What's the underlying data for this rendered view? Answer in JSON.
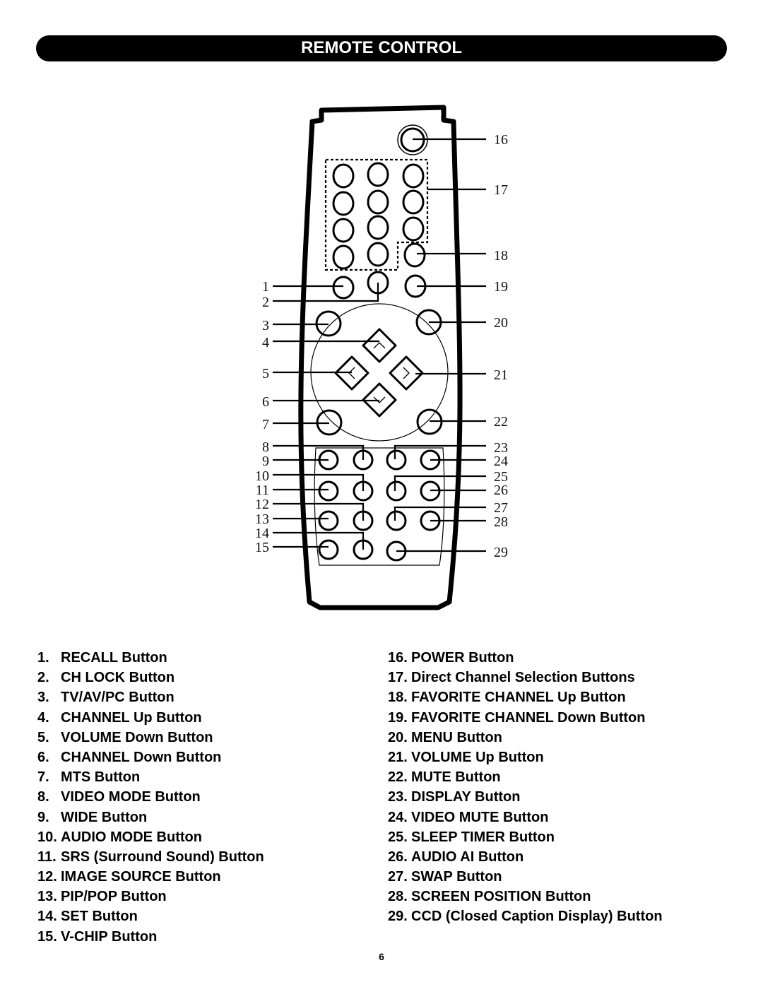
{
  "header": {
    "title": "REMOTE CONTROL"
  },
  "callouts": {
    "left": [
      "1",
      "2",
      "3",
      "4",
      "5",
      "6",
      "7",
      "8",
      "9",
      "10",
      "11",
      "12",
      "13",
      "14",
      "15"
    ],
    "right": [
      "16",
      "17",
      "18",
      "19",
      "20",
      "21",
      "22",
      "23",
      "24",
      "25",
      "26",
      "27",
      "28",
      "29"
    ]
  },
  "legend": {
    "left": [
      {
        "num": "1.",
        "text": "RECALL Button"
      },
      {
        "num": "2.",
        "text": "CH LOCK Button"
      },
      {
        "num": "3.",
        "text": "TV/AV/PC Button"
      },
      {
        "num": "4.",
        "text": "CHANNEL Up Button"
      },
      {
        "num": "5.",
        "text": "VOLUME Down Button"
      },
      {
        "num": "6.",
        "text": "CHANNEL Down Button"
      },
      {
        "num": "7.",
        "text": "MTS Button"
      },
      {
        "num": "8.",
        "text": "VIDEO MODE Button"
      },
      {
        "num": "9.",
        "text": "WIDE Button"
      },
      {
        "num": "10.",
        "text": "AUDIO MODE Button"
      },
      {
        "num": "11.",
        "text": "SRS (Surround Sound) Button"
      },
      {
        "num": "12.",
        "text": "IMAGE SOURCE Button"
      },
      {
        "num": "13.",
        "text": "PIP/POP Button"
      },
      {
        "num": "14.",
        "text": "SET Button"
      },
      {
        "num": "15.",
        "text": "V-CHIP Button"
      }
    ],
    "right": [
      {
        "num": "16.",
        "text": "POWER Button"
      },
      {
        "num": "17.",
        "text": "Direct Channel Selection Buttons"
      },
      {
        "num": "18.",
        "text": "FAVORITE CHANNEL Up Button"
      },
      {
        "num": "19.",
        "text": "FAVORITE CHANNEL Down Button"
      },
      {
        "num": "20.",
        "text": "MENU Button"
      },
      {
        "num": "21.",
        "text": "VOLUME Up Button"
      },
      {
        "num": "22.",
        "text": "MUTE Button"
      },
      {
        "num": "23.",
        "text": "DISPLAY Button"
      },
      {
        "num": "24.",
        "text": "VIDEO MUTE Button"
      },
      {
        "num": "25.",
        "text": "SLEEP TIMER Button"
      },
      {
        "num": "26.",
        "text": "AUDIO AI Button"
      },
      {
        "num": "27.",
        "text": "SWAP Button"
      },
      {
        "num": "28.",
        "text": "SCREEN POSITION Button"
      },
      {
        "num": "29.",
        "text": "CCD (Closed Caption Display) Button"
      }
    ]
  },
  "footer": {
    "page_number": "6"
  }
}
